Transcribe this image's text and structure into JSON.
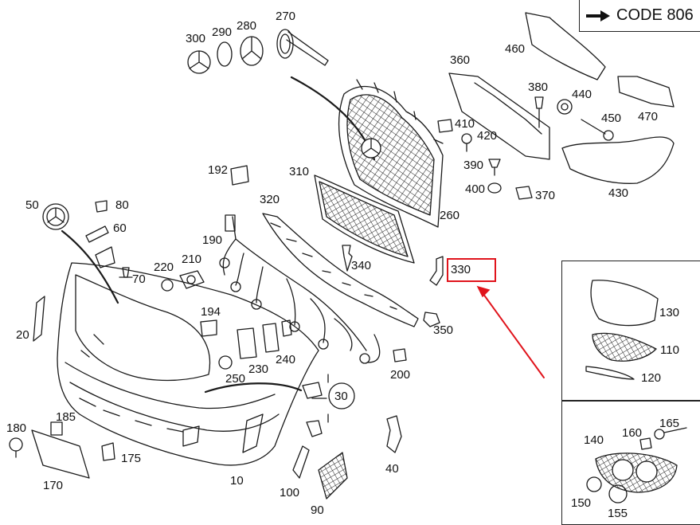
{
  "code_label": "CODE 806",
  "highlight_color": "#e0141c",
  "line_color": "#1a1a1a",
  "callout_target": "330",
  "parts": [
    {
      "id": "p270",
      "label": "270"
    },
    {
      "id": "p280",
      "label": "280"
    },
    {
      "id": "p290",
      "label": "290"
    },
    {
      "id": "p300",
      "label": "300"
    },
    {
      "id": "p460",
      "label": "460"
    },
    {
      "id": "p360",
      "label": "360"
    },
    {
      "id": "p380",
      "label": "380"
    },
    {
      "id": "p440",
      "label": "440"
    },
    {
      "id": "p410",
      "label": "410"
    },
    {
      "id": "p420",
      "label": "420"
    },
    {
      "id": "p450",
      "label": "450"
    },
    {
      "id": "p470",
      "label": "470"
    },
    {
      "id": "p390",
      "label": "390"
    },
    {
      "id": "p400",
      "label": "400"
    },
    {
      "id": "p370",
      "label": "370"
    },
    {
      "id": "p430",
      "label": "430"
    },
    {
      "id": "p192",
      "label": "192"
    },
    {
      "id": "p310",
      "label": "310"
    },
    {
      "id": "p320",
      "label": "320"
    },
    {
      "id": "p260",
      "label": "260"
    },
    {
      "id": "p50",
      "label": "50"
    },
    {
      "id": "p80",
      "label": "80"
    },
    {
      "id": "p60",
      "label": "60"
    },
    {
      "id": "p190",
      "label": "190"
    },
    {
      "id": "p220",
      "label": "220"
    },
    {
      "id": "p210",
      "label": "210"
    },
    {
      "id": "p70",
      "label": "70"
    },
    {
      "id": "p340",
      "label": "340"
    },
    {
      "id": "p330",
      "label": "330"
    },
    {
      "id": "p194",
      "label": "194"
    },
    {
      "id": "p20",
      "label": "20"
    },
    {
      "id": "p350",
      "label": "350"
    },
    {
      "id": "p130",
      "label": "130"
    },
    {
      "id": "p110",
      "label": "110"
    },
    {
      "id": "p240",
      "label": "240"
    },
    {
      "id": "p230",
      "label": "230"
    },
    {
      "id": "p250",
      "label": "250"
    },
    {
      "id": "p200",
      "label": "200"
    },
    {
      "id": "p120",
      "label": "120"
    },
    {
      "id": "p30",
      "label": "30"
    },
    {
      "id": "p185",
      "label": "185"
    },
    {
      "id": "p180",
      "label": "180"
    },
    {
      "id": "p165",
      "label": "165"
    },
    {
      "id": "p160",
      "label": "160"
    },
    {
      "id": "p140",
      "label": "140"
    },
    {
      "id": "p175",
      "label": "175"
    },
    {
      "id": "p170",
      "label": "170"
    },
    {
      "id": "p10",
      "label": "10"
    },
    {
      "id": "p40",
      "label": "40"
    },
    {
      "id": "p100",
      "label": "100"
    },
    {
      "id": "p90",
      "label": "90"
    },
    {
      "id": "p150",
      "label": "150"
    },
    {
      "id": "p155",
      "label": "155"
    }
  ]
}
